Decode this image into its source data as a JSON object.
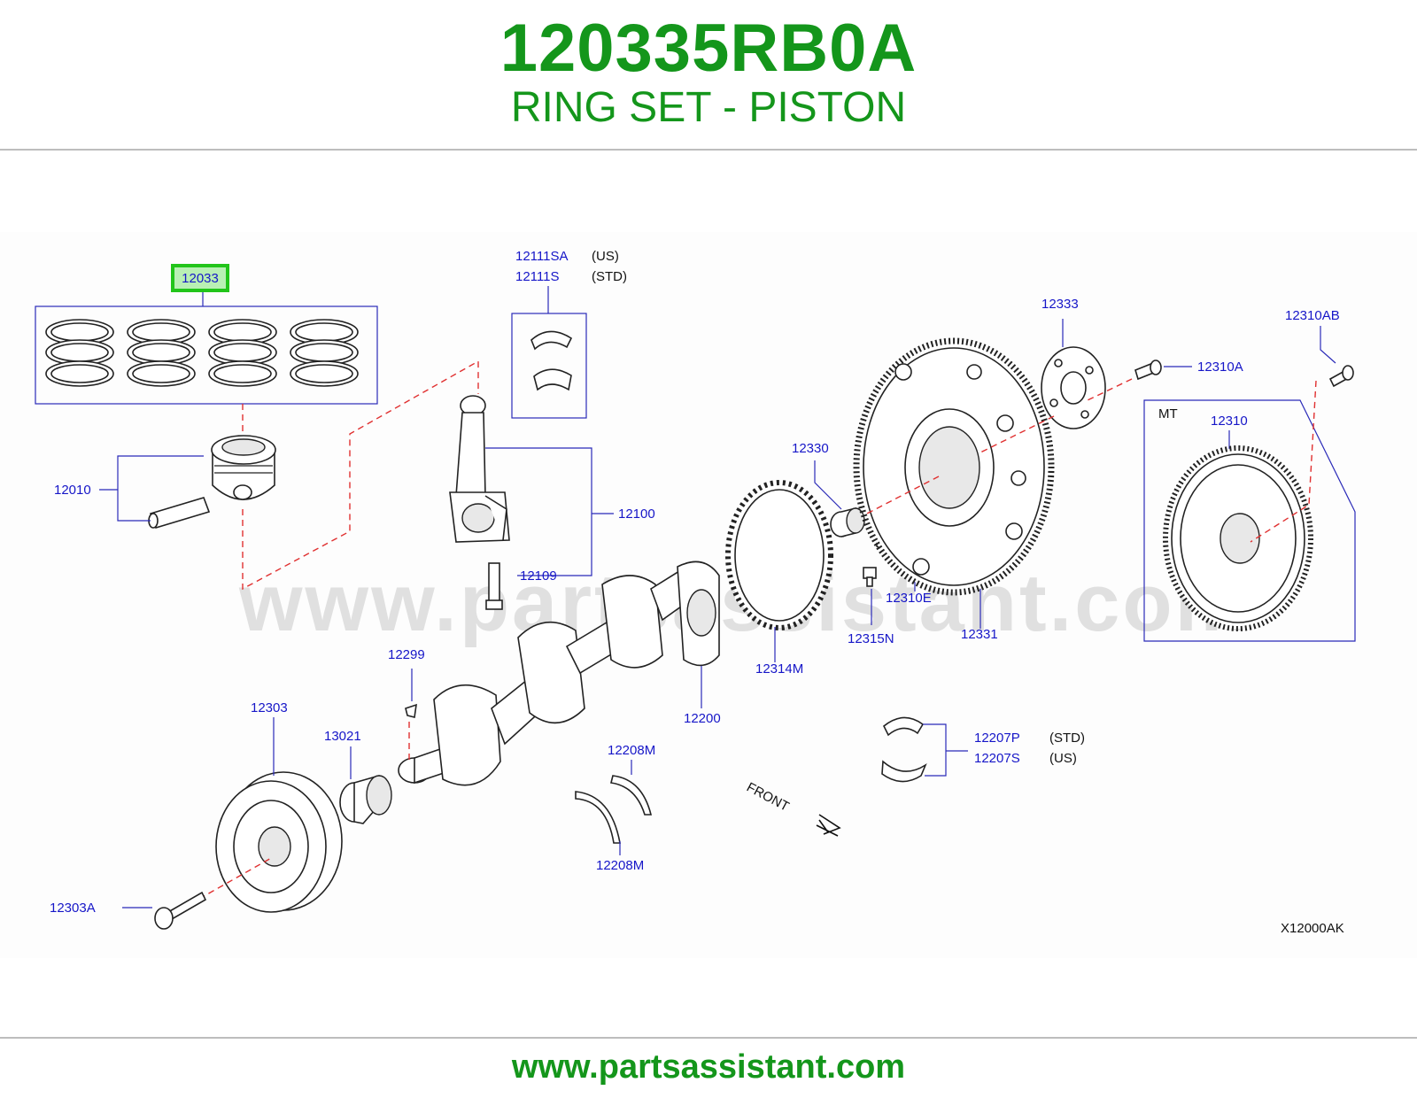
{
  "header": {
    "part_number": "120335RB0A",
    "part_description": "RING SET - PISTON"
  },
  "diagram": {
    "highlighted_callout": "12033",
    "callouts": {
      "c12111SA": "12111SA",
      "c12111SA_note": "(US)",
      "c12111S": "12111S",
      "c12111S_note": "(STD)",
      "c12010": "12010",
      "c12100": "12100",
      "c12109": "12109",
      "c12333": "12333",
      "c12310AB": "12310AB",
      "c12310A": "12310A",
      "mt_label": "MT",
      "c12310": "12310",
      "c12330": "12330",
      "c12310E": "12310E",
      "c12315N": "12315N",
      "c12331": "12331",
      "c12314M": "12314M",
      "c12299": "12299",
      "c12200": "12200",
      "c12303": "12303",
      "c13021": "13021",
      "c12208M_top": "12208M",
      "c12208M_bottom": "12208M",
      "c12207P": "12207P",
      "c12207P_note": "(STD)",
      "c12207S": "12207S",
      "c12207S_note": "(US)",
      "c12303A": "12303A",
      "front": "FRONT",
      "diagram_code": "X12000AK"
    },
    "watermark": "www.partsassistant.com"
  },
  "footer": {
    "site_link": "www.partsassistant.com"
  },
  "colors": {
    "brand_green": "#14961b",
    "callout_blue": "#1616c8",
    "highlight_border": "#22c51a",
    "highlight_fill": "#b9f0b4",
    "leader_dash_red": "#e03030"
  }
}
